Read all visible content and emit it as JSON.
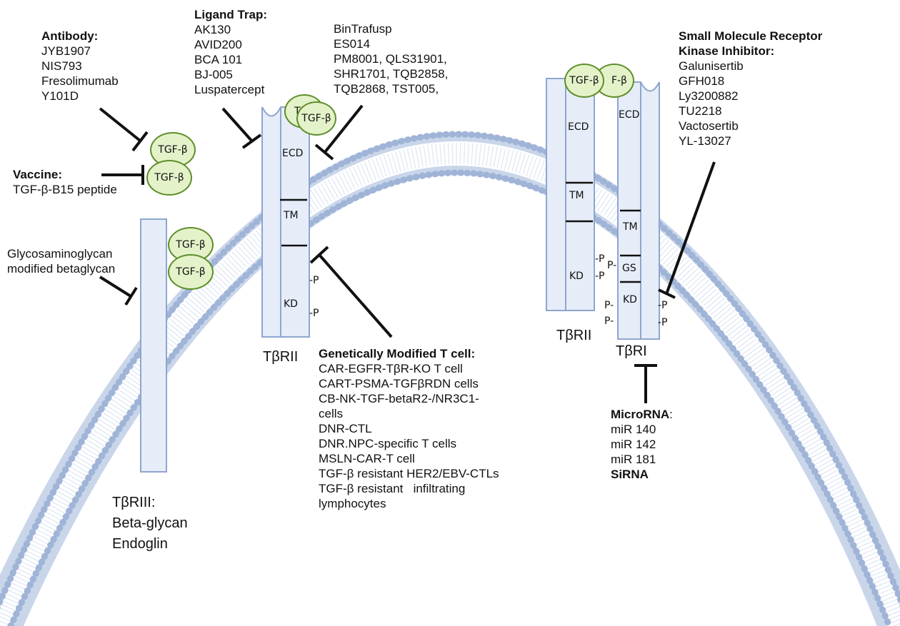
{
  "ligand": "TGF-β",
  "ligand_partial_left": "T",
  "ligand_partial_right": "F-β",
  "inhibitors": {
    "antibody": {
      "heading": "Antibody:",
      "items": [
        "JYB1907",
        "NIS793",
        "Fresolimumab",
        "Y101D"
      ]
    },
    "vaccine": {
      "heading": "Vaccine:",
      "items": [
        "TGF-β-B15 peptide"
      ]
    },
    "glycosaminoglycan": {
      "items": [
        "Glycosaminoglycan",
        "modified betaglycan"
      ]
    },
    "ligand_trap": {
      "heading": "Ligand Trap:",
      "items": [
        "AK130",
        "AVID200",
        "BCA 101",
        "BJ-005",
        "Luspatercept"
      ]
    },
    "ligand_trap_cont": {
      "items": [
        "BinTrafusp",
        "ES014",
        "PM8001, QLS31901,",
        "SHR1701, TQB2858,",
        "TQB2868, TST005,"
      ]
    },
    "small_molecule": {
      "heading_lines": [
        "Small Molecule Receptor",
        "Kinase Inhibitor:"
      ],
      "items": [
        "Galunisertib",
        "GFH018",
        "Ly3200882",
        "TU2218",
        "Vactosertib",
        "YL-13027"
      ]
    },
    "t_cell": {
      "heading": "Genetically Modified T cell:",
      "items": [
        "CAR-EGFR-TβR-KO T cell",
        "CART-PSMA-TGFβRDN cells",
        "CB-NK-TGF-betaR2-/NR3C1-",
        "cells",
        "DNR-CTL",
        "DNR.NPC-specific T cells",
        "MSLN-CAR-T cell",
        "TGF-β resistant HER2/EBV-CTLs",
        "TGF-β resistant   infiltrating",
        "lymphocytes"
      ]
    },
    "microrna": {
      "heading": "MicroRNA",
      "colon": ":",
      "items": [
        "miR 140",
        "miR 142",
        "miR 181"
      ],
      "sirna": "SiRNA"
    }
  },
  "receptors": {
    "tbriii": {
      "lines": [
        "TβRIII:",
        "Beta-glycan",
        "Endoglin"
      ]
    },
    "tbrii_left": {
      "label": "TβRII",
      "segments": {
        "ecd": "ECD",
        "tm": "TM",
        "kd": "KD"
      }
    },
    "tbrii_right": {
      "label": "TβRII",
      "segments": {
        "ecd": "ECD",
        "tm": "TM",
        "kd": "KD"
      }
    },
    "tbri": {
      "label": "TβRI",
      "segments": {
        "ecd": "ECD",
        "tm": "TM",
        "gs": "GS",
        "kd": "KD"
      }
    }
  },
  "phospho": {
    "right": "-P",
    "left": "P-"
  },
  "colors": {
    "membrane": "#a9bedc",
    "receptor_fill": "#e6edf8",
    "receptor_stroke": "#8ea6cf",
    "ligand_fill": "#e4f2c9",
    "ligand_stroke": "#5e8e2a"
  }
}
